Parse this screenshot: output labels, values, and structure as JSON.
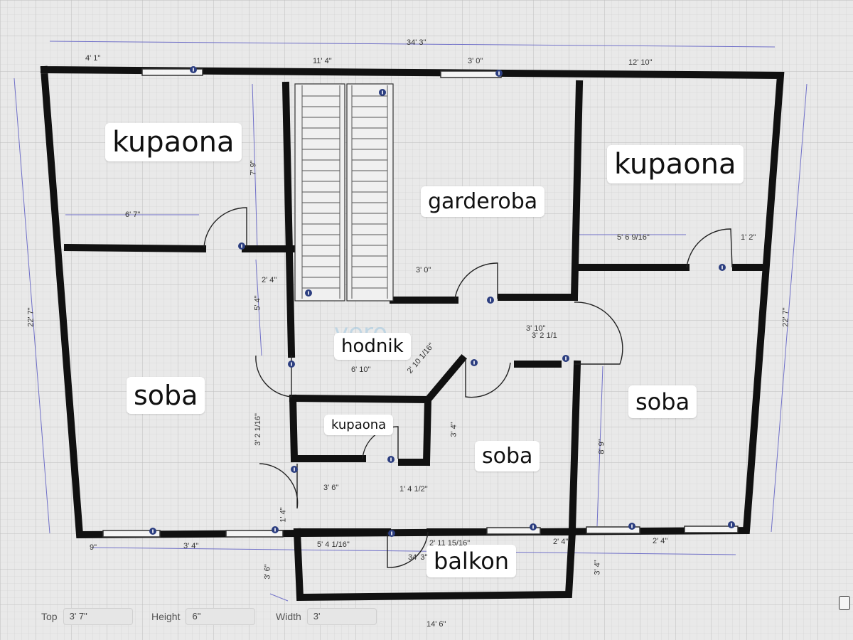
{
  "rooms": {
    "kupaona_top_left": "kupaona",
    "kupaona_top_right": "kupaona",
    "garderoba": "garderoba",
    "hodnik": "hodnik",
    "soba_left": "soba",
    "soba_right": "soba",
    "soba_center": "soba",
    "kupaona_small": "kupaona",
    "balkon": "balkon"
  },
  "watermark": "vero",
  "dimensions": {
    "top_total": "34' 3\"",
    "top_left_window": "4' 1\"",
    "top_stair": "11' 4\"",
    "top_door": "3' 0\"",
    "top_right": "12' 10\"",
    "left_total": "22' 7\"",
    "right_total": "22' 7\"",
    "bath_left_width": "6' 7\"",
    "bath_left_height": "7' 9\"",
    "bath_right_width": "5' 6 9/16\"",
    "bath_right_door": "1' 2\"",
    "garderoba_door": "3' 0\"",
    "hall_a": "2' 4\"",
    "hall_b": "5' 4\"",
    "hall_c": "3' 10\"",
    "hall_d": "3' 2 1/1",
    "hall_e": "2' 10 1/16\"",
    "hall_f": "6' 10\"",
    "small_bath_h": "3' 2 1/16\"",
    "small_bath_w": "3' 6\"",
    "small_bath_r": "3' 4\"",
    "small_bath_bottom": "1' 4 1/2\"",
    "soba_right_h": "8' 9\"",
    "below_a": "1' 4\"",
    "bottom_9": "9\"",
    "bottom_3_4": "3' 4\"",
    "bottom_5_4": "5' 4 1/16\"",
    "bottom_2_11": "2' 11 15/16\"",
    "bottom_2_4a": "2' 4\"",
    "bottom_2_4b": "2' 4\"",
    "balkon_left": "3' 6\"",
    "balkon_door": "34' 3\"",
    "balkon_right": "3' 4\"",
    "balkon_width": "14' 6\""
  },
  "toolbar": {
    "top_label": "Top",
    "top_value": "3' 7\"",
    "height_label": "Height",
    "height_value": "6\"",
    "width_label": "Width",
    "width_value": "3'"
  },
  "colors": {
    "wall": "#111111",
    "grid": "#c7c7c7",
    "paper": "#e9e9e9",
    "dim_line": "#6a6ac8",
    "info_icon": "#2c3e80"
  }
}
